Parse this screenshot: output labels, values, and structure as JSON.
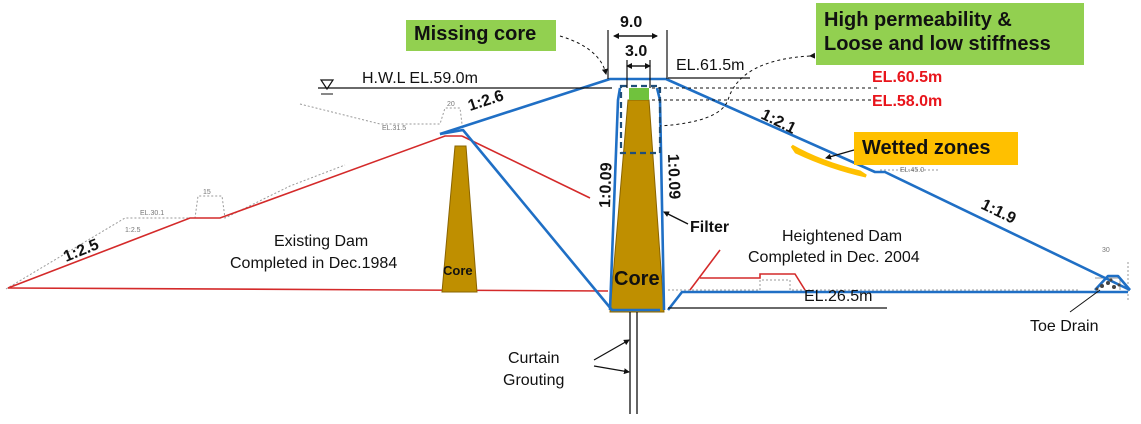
{
  "callouts": {
    "missing_core": "Missing core",
    "high_perm_line1": "High permeability &",
    "high_perm_line2": "Loose and low stiffness",
    "wetted_zones": "Wetted zones"
  },
  "dimensions": {
    "crest_width": "9.0",
    "core_top_width": "3.0",
    "crest_elevation": "EL.61.5m",
    "hwl": "H.W.L EL.59.0m",
    "el_60_5": "EL.60.5m",
    "el_58_0": "EL.58.0m",
    "foundation_elevation": "EL.26.5m"
  },
  "slopes": {
    "upstream_outer": "1:2.5",
    "upstream_inner": "1:2.6",
    "downstream_upper": "1:2.1",
    "downstream_lower": "1:1.9",
    "core_left": "1:0.09",
    "core_right": "1:0.09"
  },
  "labels": {
    "filter": "Filter",
    "existing_dam_line1": "Existing Dam",
    "existing_dam_line2": "Completed in Dec.1984",
    "old_core": "Core",
    "new_core": "Core",
    "heightened_line1": "Heightened Dam",
    "heightened_line2": "Completed in Dec. 2004",
    "curtain_line1": "Curtain",
    "curtain_line2": "Grouting",
    "toe_drain": "Toe Drain"
  },
  "faint_marks": {
    "el_31_5": "EL.31.5",
    "el_30_1": "EL.30.1",
    "el_45_0": "EL.45.0",
    "mark_15": "15",
    "mark_20": "20",
    "mark_30": "30",
    "mark_1_2_5": "1:2.5"
  },
  "colors": {
    "callout_green": "#92d050",
    "callout_orange": "#ffc000",
    "core_fill": "#bf8f00",
    "new_outline": "#1f6fc5",
    "old_outline": "#d42a2a",
    "dashed_box": "#1f4e79",
    "missing_core_fill": "#70c23d",
    "red_text": "#e8141b"
  }
}
